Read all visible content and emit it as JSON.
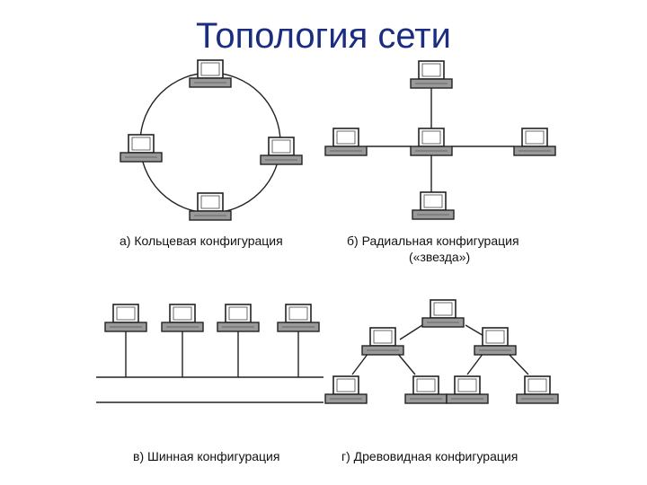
{
  "title": "Топология сети",
  "captions": {
    "ring": "а) Кольцевая конфигурация",
    "star": "б) Радиальная конфигурация",
    "star_sub": "(«звезда»)",
    "bus": "в) Шинная конфигурация",
    "tree": "г) Древовидная конфигурация"
  }
}
